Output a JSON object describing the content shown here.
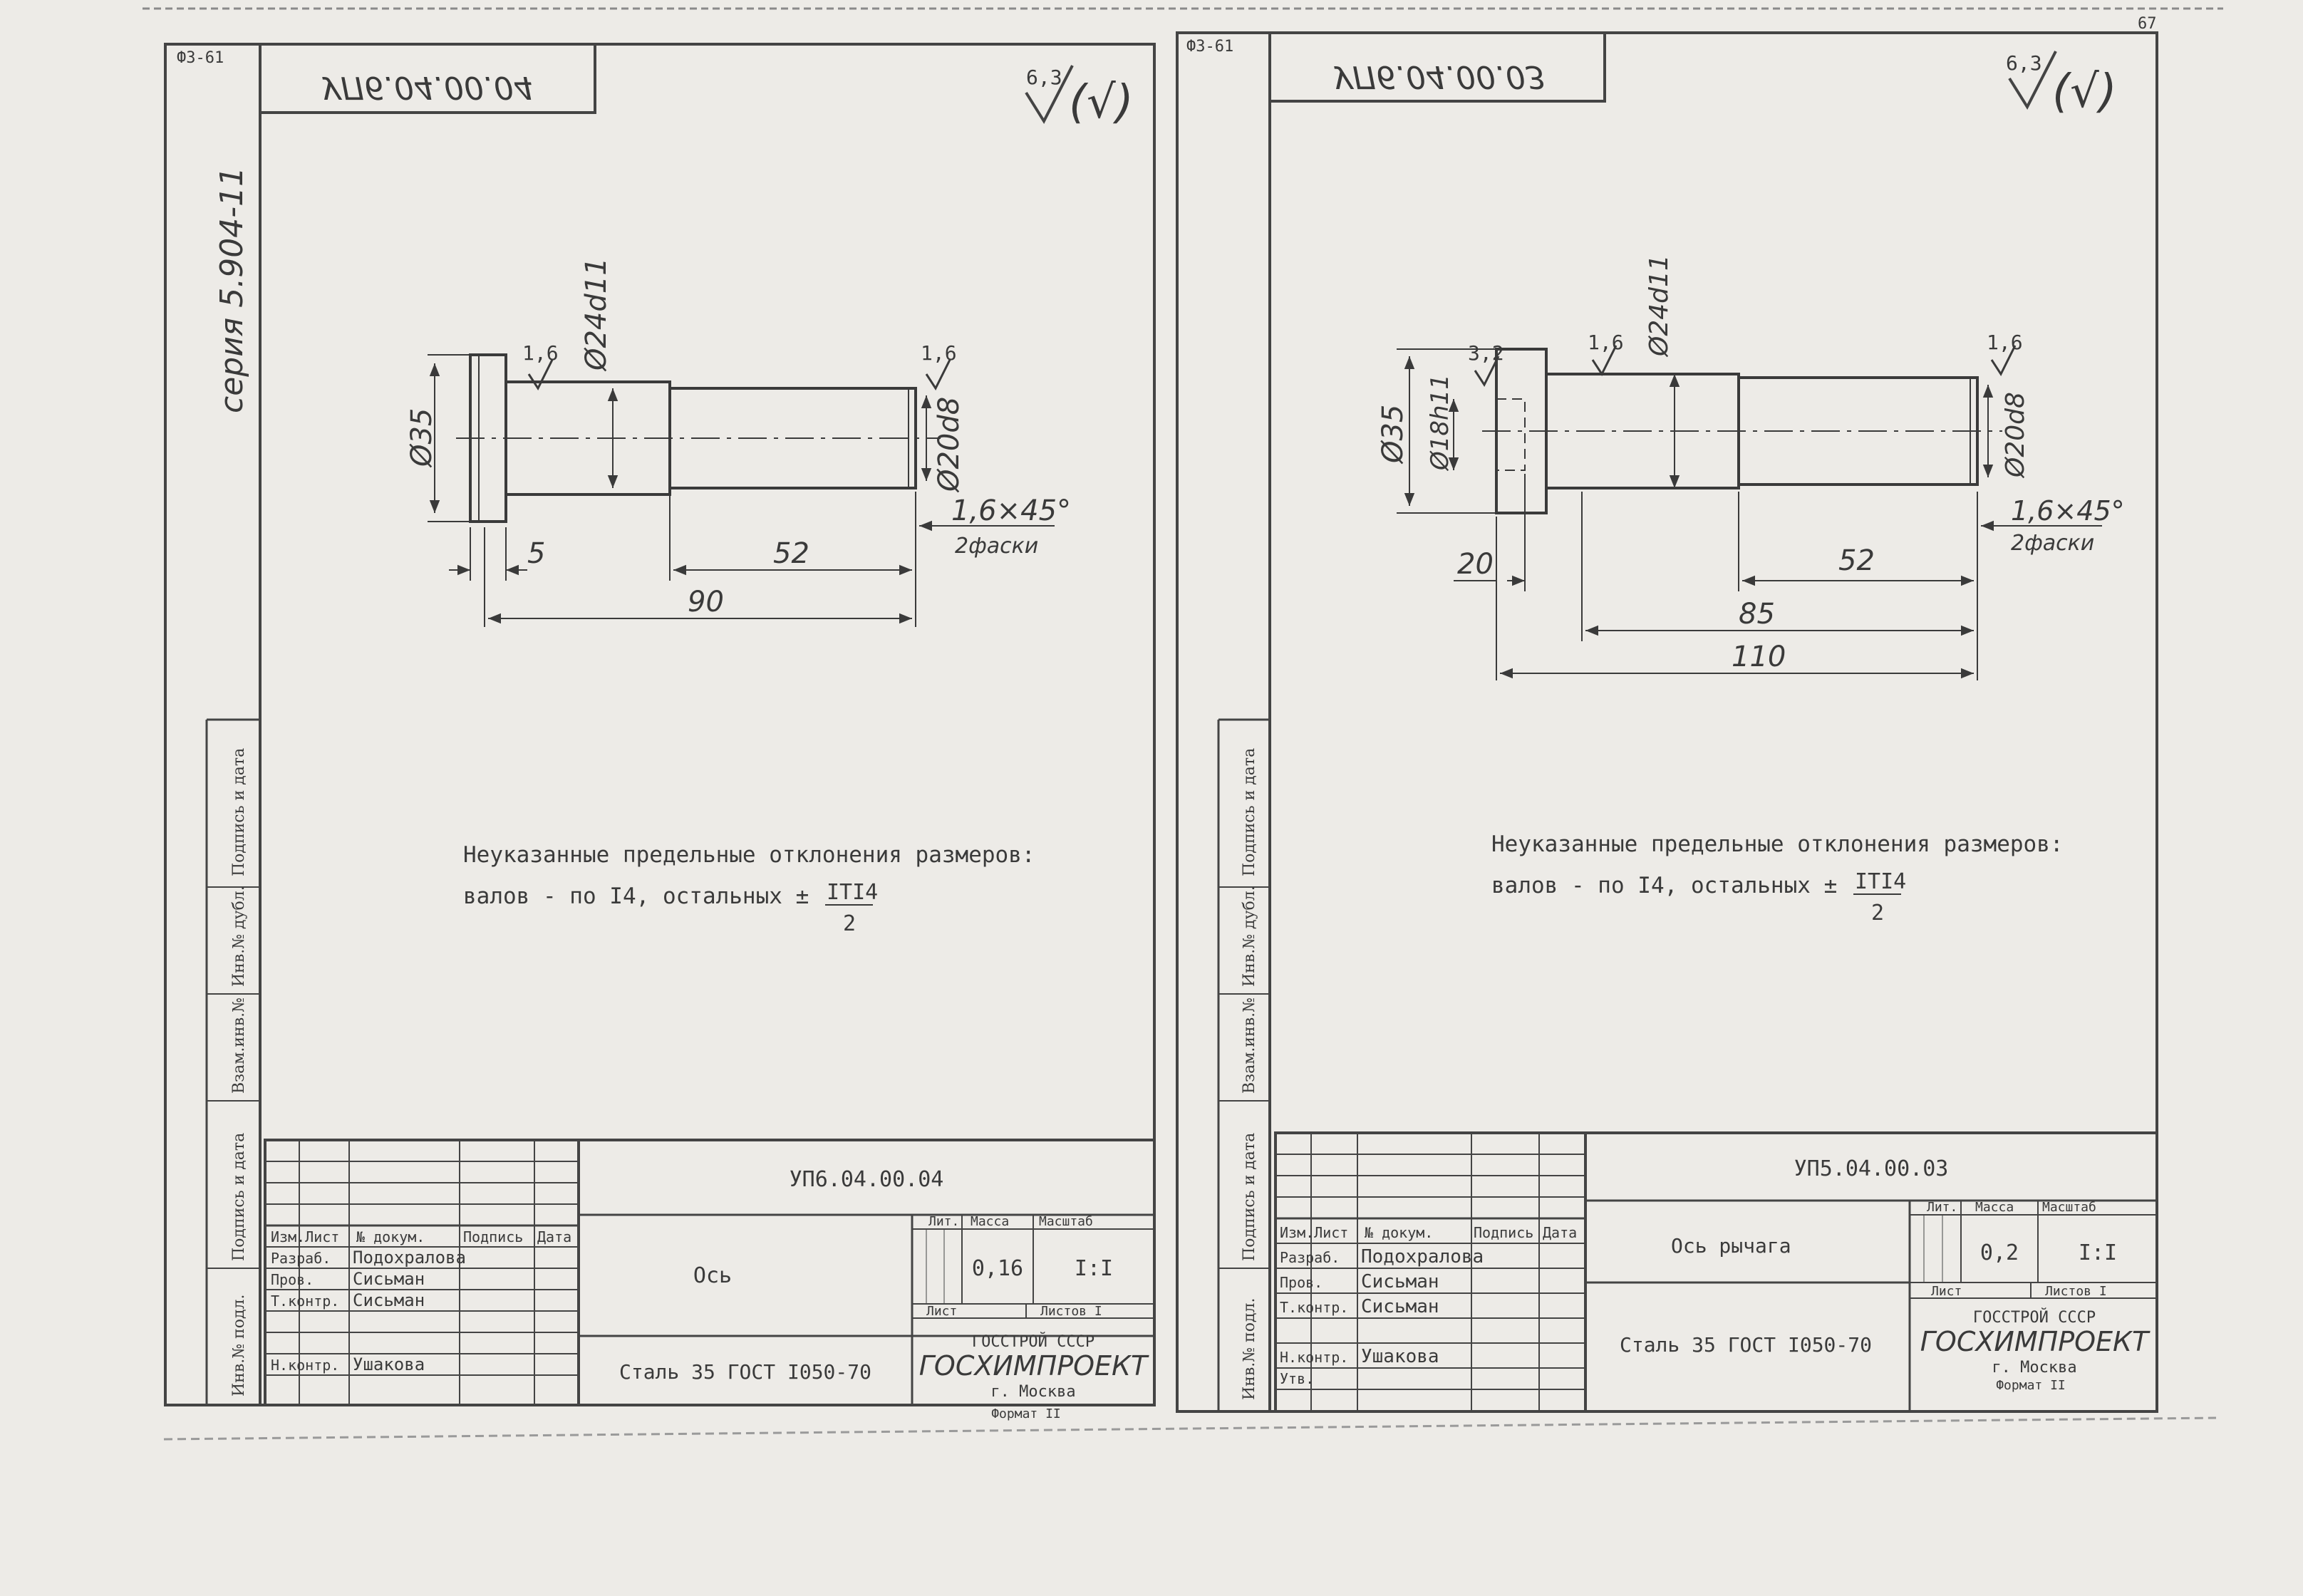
{
  "page_number": "67",
  "sheets": [
    {
      "id": "left",
      "format_mark": "Ф3-61",
      "stamp_code_mirrored": "УП6.04.00.04",
      "roughness_general": "6,3",
      "roughness_paren": "(√)",
      "series_label": "серия 5.904-11",
      "dims": {
        "d_head": "Ø35",
        "d_body": "Ø24d11",
        "d_end": "Ø20d8",
        "r1": "1,6",
        "r2": "1,6",
        "len_head": "5",
        "len_end": "52",
        "len_total": "90",
        "chamfer": "1,6×45°",
        "chamfer_note": "2фаски"
      },
      "note_line1": "Неуказанные предельные отклонения размеров:",
      "note_line2": "валов - по  I4, остальных ±",
      "note_frac_num": "IТI4",
      "note_frac_den": "2",
      "side_labels": [
        "Подпись и дата",
        "Инв.№ дубл.",
        "Взам.инв.№",
        "Подпись и дата",
        "Инв.№ подл."
      ],
      "tb_code": "УП6.04.00.04",
      "tb_title": "Ось",
      "tb_material": "Сталь 35 ГОСТ I050-70",
      "tb_lit": "Лит.",
      "tb_mass_label": "Масса",
      "tb_scale_label": "Масштаб",
      "tb_mass": "0,16",
      "tb_scale": "I:I",
      "tb_sheet": "Лист",
      "tb_sheets": "Листов I",
      "org1": "ГОССТРОЙ СССР",
      "org2": "ГОСХИМПРОЕКТ",
      "org3": "г. Москва",
      "format": "Формат II",
      "tb_rows": [
        {
          "role": "Изм.Лист",
          "name": "№ докум.",
          "sign": "Подпись",
          "date": "Дата"
        },
        {
          "role": "Разраб.",
          "name": "Подохралова",
          "sign": "",
          "date": ""
        },
        {
          "role": "Пров.",
          "name": "Сисьман",
          "sign": "",
          "date": ""
        },
        {
          "role": "Т.контр.",
          "name": "Сисьман",
          "sign": "",
          "date": ""
        },
        {
          "role": "Н.контр.",
          "name": "Ушакова",
          "sign": "",
          "date": ""
        }
      ]
    },
    {
      "id": "right",
      "format_mark": "Ф3-61",
      "stamp_code_mirrored": "УП6.04.00.03",
      "roughness_general": "6,3",
      "roughness_paren": "(√)",
      "series_label": "",
      "dims": {
        "d_head": "Ø35",
        "d_bore": "Ø18h11",
        "d_body": "Ø24d11",
        "d_end": "Ø20d8",
        "r0": "3,2",
        "r1": "1,6",
        "r2": "1,6",
        "len_bore": "20",
        "len_end": "52",
        "len_mid": "85",
        "len_total": "110",
        "chamfer": "1,6×45°",
        "chamfer_note": "2фаски"
      },
      "note_line1": "Неуказанные предельные отклонения размеров:",
      "note_line2": "валов - по  I4, остальных ±",
      "note_frac_num": "IТI4",
      "note_frac_den": "2",
      "side_labels": [
        "Подпись и дата",
        "Инв.№ дубл.",
        "Взам.инв.№",
        "Подпись и дата",
        "Инв.№ подл."
      ],
      "tb_code": "УП5.04.00.03",
      "tb_title": "Ось рычага",
      "tb_material": "Сталь 35 ГОСТ I050-70",
      "tb_lit": "Лит.",
      "tb_mass_label": "Масса",
      "tb_scale_label": "Масштаб",
      "tb_mass": "0,2",
      "tb_scale": "I:I",
      "tb_sheet": "Лист",
      "tb_sheets": "Листов I",
      "org1": "ГОССТРОЙ СССР",
      "org2": "ГОСХИМПРОЕКТ",
      "org3": "г. Москва",
      "format": "Формат II",
      "tb_rows": [
        {
          "role": "Изм.Лист",
          "name": "№ докум.",
          "sign": "Подпись",
          "date": "Дата"
        },
        {
          "role": "Разраб.",
          "name": "Подохралова",
          "sign": "",
          "date": ""
        },
        {
          "role": "Пров.",
          "name": "Сисьман",
          "sign": "",
          "date": ""
        },
        {
          "role": "Т.контр.",
          "name": "Сисьман",
          "sign": "",
          "date": ""
        },
        {
          "role": "Н.контр.",
          "name": "Ушакова",
          "sign": "",
          "date": ""
        },
        {
          "role": "Утв.",
          "name": "",
          "sign": "",
          "date": ""
        }
      ]
    }
  ]
}
